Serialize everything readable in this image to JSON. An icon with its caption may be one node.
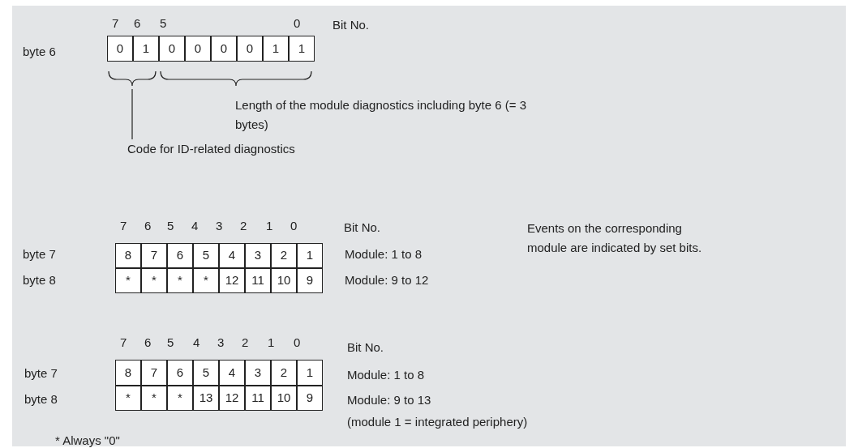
{
  "diagram": {
    "nodes": [
      {
        "text": [
          "Code for ID-related diagnostics"
        ]
      },
      {
        "text": [],
        "shape": "bracket"
      }
    ],
    "edges": [
      {
        "from": 0,
        "to": 1,
        "arrow": "none"
      }
    ],
    "labels": [
      "7",
      "6",
      "5",
      "0",
      "Bit No.",
      "byte 6",
      "0",
      "1",
      "0",
      "0",
      "0",
      "0",
      "1",
      "1",
      "Length of the module diagnostics including byte 6 (= 3 bytes)",
      "7",
      "6",
      "5",
      "4",
      "3",
      "2",
      "1",
      "0",
      "Bit No.",
      "Events on the corresponding module are indicated by set bits.",
      "byte 7",
      "8",
      "7",
      "6",
      "5",
      "4",
      "3",
      "2",
      "1",
      "Module: 1 to 8",
      "byte 8",
      "*",
      "*",
      "*",
      "*",
      "12",
      "11",
      "10",
      "9",
      "Module: 9 to 12",
      "7",
      "6",
      "5",
      "4",
      "3",
      "2",
      "1",
      "0",
      "Bit No.",
      "byte 7",
      "8",
      "7",
      "6",
      "5",
      "4",
      "3",
      "2",
      "1",
      "Module: 1 to 8",
      "byte 8",
      "*",
      "*",
      "*",
      "13",
      "12",
      "11",
      "10",
      "9",
      "Module: 9 to 13",
      "(module 1 = integrated periphery)",
      "* Always \"0\""
    ]
  }
}
